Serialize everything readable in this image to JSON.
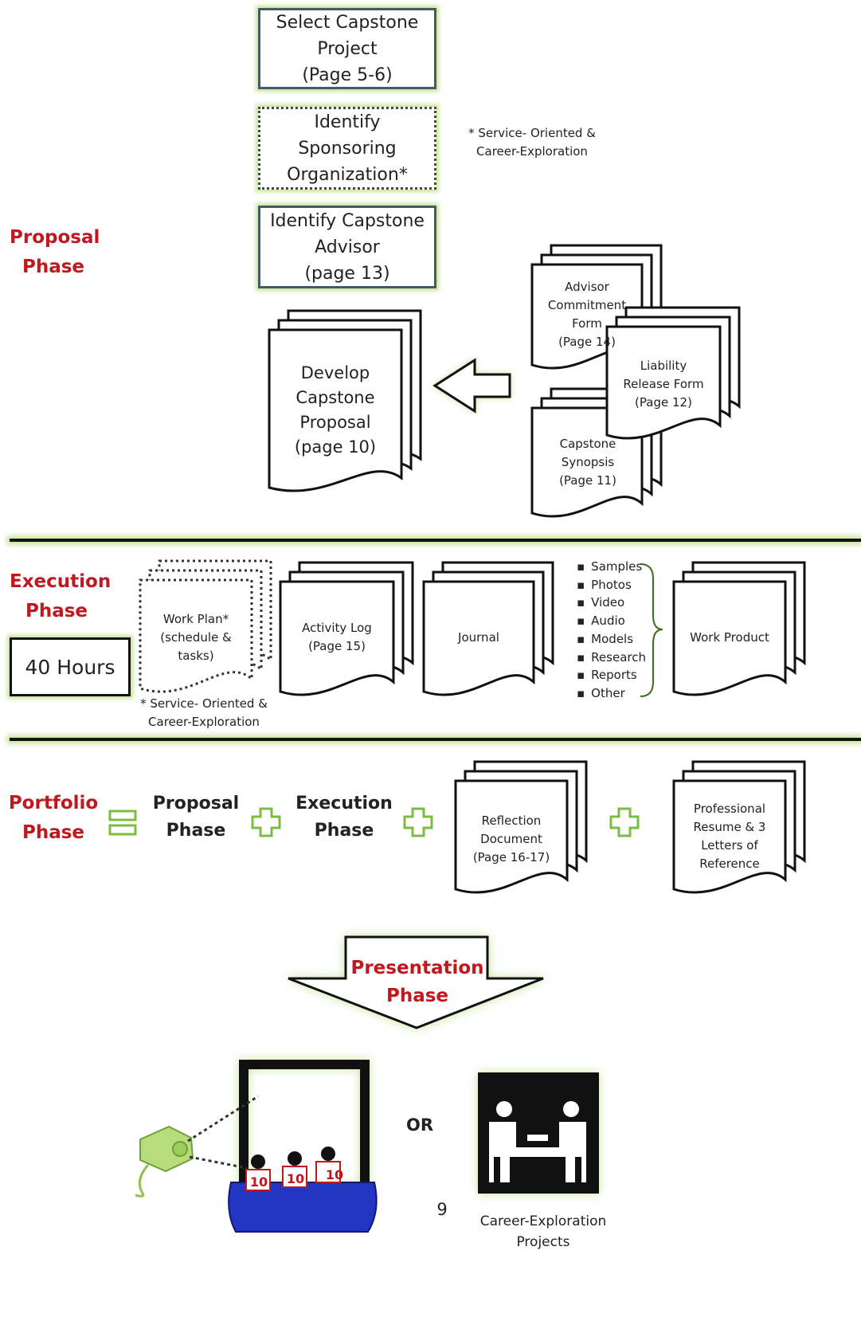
{
  "proposal": {
    "phase_label": "Proposal\nPhase",
    "select_box": "Select Capstone\nProject\n(Page 5-6)",
    "identify_sponsor_box": "Identify\nSponsoring\nOrganization*",
    "sponsor_note": "* Service- Oriented &\nCareer-Exploration",
    "advisor_box": "Identify Capstone\nAdvisor\n(page 13)",
    "develop_doc": "Develop\nCapstone\nProposal\n(page 10)",
    "advisor_form_doc": "Advisor\nCommitment\nForm\n(Page 14)",
    "liability_doc": "Liability\nRelease Form\n(Page 12)",
    "synopsis_doc": "Capstone\nSynopsis\n(Page 11)"
  },
  "execution": {
    "phase_label": "Execution\nPhase",
    "hours_box": "40 Hours",
    "work_plan_doc": "Work Plan*\n(schedule &\ntasks)",
    "work_plan_note": "* Service- Oriented &\nCareer-Exploration",
    "activity_log_doc": "Activity Log\n(Page 15)",
    "journal_doc": "Journal",
    "bullet_items": [
      "Samples",
      "Photos",
      "Video",
      "Audio",
      "Models",
      "Research",
      "Reports",
      "Other"
    ],
    "work_product_doc": "Work Product"
  },
  "portfolio": {
    "phase_label": "Portfolio\nPhase",
    "proposal_term": "Proposal\nPhase",
    "execution_term": "Execution\nPhase",
    "reflection_doc": "Reflection\nDocument\n(Page 16-17)",
    "resume_doc": "Professional\nResume & 3\nLetters of\nReference"
  },
  "presentation": {
    "phase_label": "Presentation\nPhase",
    "or_text": "OR",
    "page_number": "9",
    "career_caption": "Career-Exploration\nProjects",
    "score_cards": [
      "10",
      "10",
      "10"
    ]
  },
  "colors": {
    "phase_red": "#c0181f",
    "glow_green": "#c9e39a",
    "plus_green": "#7dbb42",
    "stage_blue": "#1f33b8",
    "box_border": "#455a64"
  }
}
